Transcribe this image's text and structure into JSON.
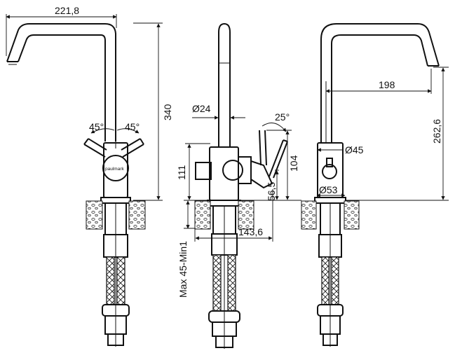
{
  "brand": "paulmark",
  "front_view": {
    "width": "221,8",
    "height": "340",
    "angle_left": "45°",
    "angle_right": "45°"
  },
  "side_view": {
    "spout_diameter": "Ø24",
    "lever_angle": "25°",
    "body_height": "111",
    "outlet_height": "104",
    "handle_height": "56,5",
    "depth": "143,6",
    "worktop": "Max 45-Min1"
  },
  "rear_view": {
    "reach": "198",
    "spout_height": "262,6",
    "body_diameter": "Ø45",
    "base_diameter": "Ø53"
  }
}
